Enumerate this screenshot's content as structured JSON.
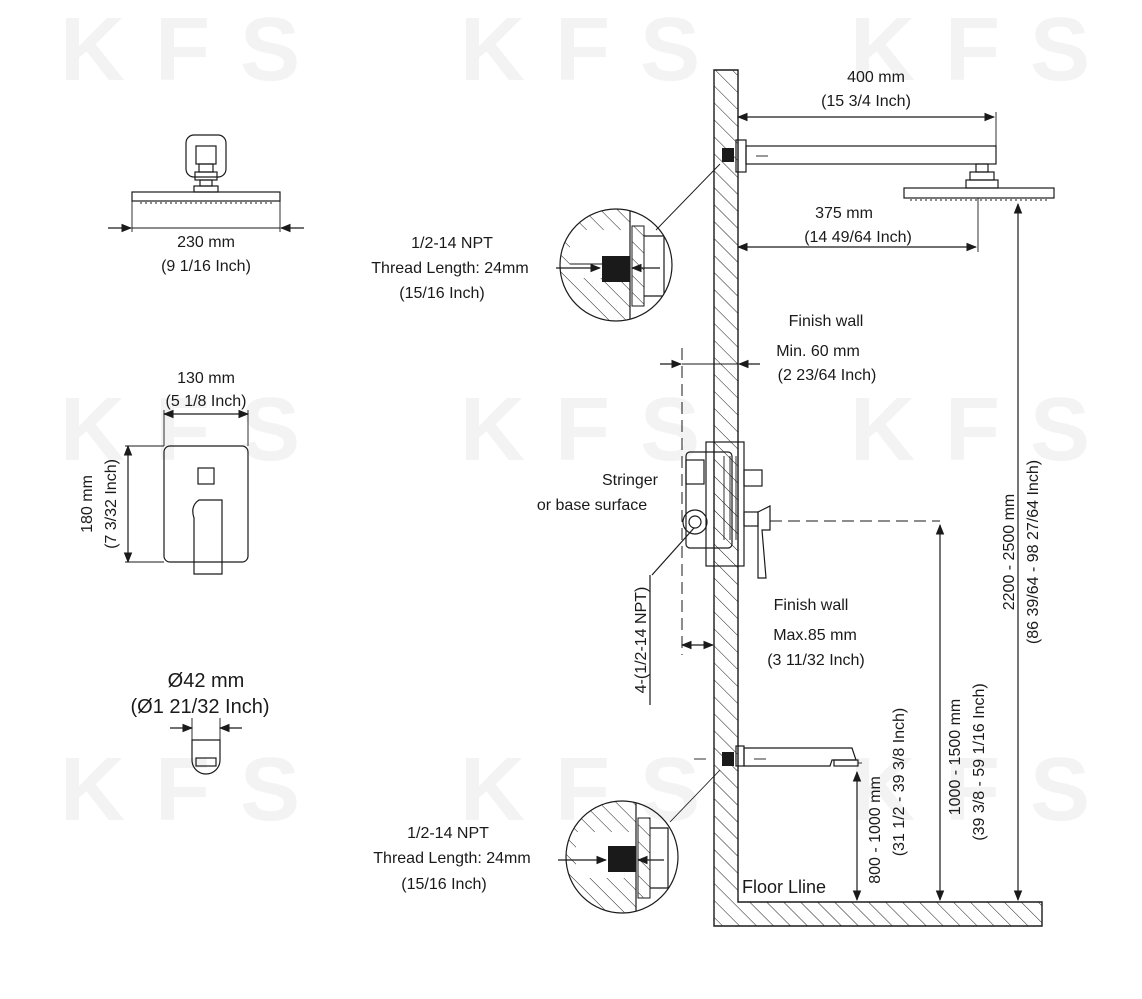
{
  "watermark": "KFS",
  "labels": {
    "top_width_mm": "400 mm",
    "top_width_in": "(15 3/4 Inch)",
    "arm_len_mm": "375 mm",
    "arm_len_in": "(14 49/64 Inch)",
    "head_diam_mm": "230 mm",
    "head_diam_in": "(9 1/16 Inch)",
    "npt_top_1": "1/2-14 NPT",
    "npt_top_2": "Thread Length: 24mm",
    "npt_top_3": "(15/16 Inch)",
    "finish_wall_top": "Finish wall",
    "min_depth_mm": "Min. 60 mm",
    "min_depth_in": "(2 23/64 Inch)",
    "trim_width_mm": "130 mm",
    "trim_width_in": "(5 1/8 Inch)",
    "trim_height_mm": "180 mm",
    "trim_height_in": "(7 3/32 Inch)",
    "stringer_1": "Stringer",
    "stringer_2": "or base surface",
    "npt_side": "4-(1/2-14 NPT)",
    "finish_wall_bottom": "Finish wall",
    "max_depth_mm": "Max.85 mm",
    "max_depth_in": "(3 11/32 Inch)",
    "handle_diam_mm": "Ø42 mm",
    "handle_diam_in": "(Ø1 21/32 Inch)",
    "head_height_mm": "2200 - 2500 mm",
    "head_height_in": "(86 39/64 - 98 27/64 Inch)",
    "valve_height_mm": "1000 - 1500 mm",
    "valve_height_in": "(39 3/8 - 59 1/16 Inch)",
    "spout_height_mm": "800 - 1000 mm",
    "spout_height_in": "(31 1/2 - 39 3/8 Inch)",
    "npt_bot_1": "1/2-14 NPT",
    "npt_bot_2": "Thread Length: 24mm",
    "npt_bot_3": "(15/16 Inch)",
    "floor_line": "Floor Lline"
  }
}
